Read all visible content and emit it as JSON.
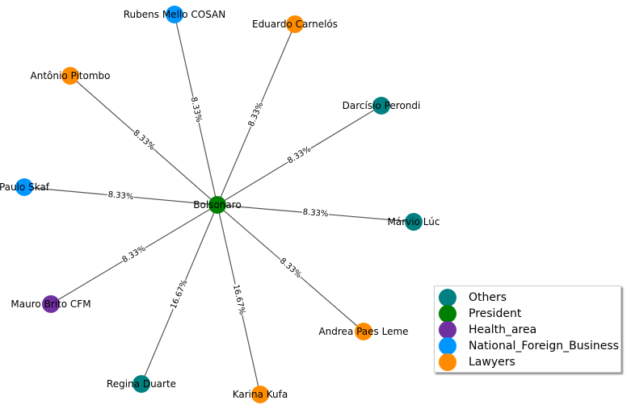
{
  "graph": {
    "center": {
      "label": "Bolsonaro",
      "category": "President"
    },
    "nodes": [
      {
        "label": "Rubens Mello COSAN",
        "category": "National_Foreign_Business",
        "edge_label": "8.33%"
      },
      {
        "label": "Eduardo Carnelós",
        "category": "Lawyers",
        "edge_label": "8.33%"
      },
      {
        "label": "Antônio Pitombo",
        "category": "Lawyers",
        "edge_label": "8.33%"
      },
      {
        "label": "Darcísio Perondi",
        "category": "Others",
        "edge_label": "8.33%"
      },
      {
        "label": "Paulo Skaf",
        "category": "National_Foreign_Business",
        "edge_label": "8.33%"
      },
      {
        "label": "Márvio Lúc",
        "category": "Others",
        "edge_label": "8.33%"
      },
      {
        "label": "Mauro Brito CFM",
        "category": "Health_area",
        "edge_label": "8.33%"
      },
      {
        "label": "Andrea Paes Leme",
        "category": "Lawyers",
        "edge_label": "8.33%"
      },
      {
        "label": "Regina Duarte",
        "category": "Others",
        "edge_label": "16.67%"
      },
      {
        "label": "Karina Kufa",
        "category": "Lawyers",
        "edge_label": "16.67%"
      }
    ]
  },
  "legend": {
    "items": [
      {
        "label": "Others",
        "color": "#008080"
      },
      {
        "label": "President",
        "color": "#008000"
      },
      {
        "label": "Health_area",
        "color": "#7030a0"
      },
      {
        "label": "National_Foreign_Business",
        "color": "#0096ff"
      },
      {
        "label": "Lawyers",
        "color": "#ff8c00"
      }
    ]
  }
}
